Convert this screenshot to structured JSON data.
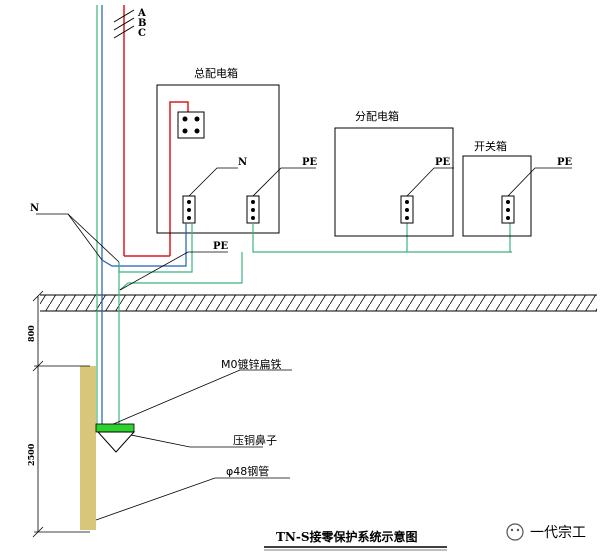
{
  "phases": {
    "a": "A",
    "b": "B",
    "c": "C"
  },
  "boxes": {
    "main": "总配电箱",
    "sub": "分配电箱",
    "switch": "开关箱"
  },
  "terminals": {
    "n_main": "N",
    "pe_main": "PE",
    "pe_sub": "PE",
    "pe_switch": "PE",
    "n_left": "N",
    "pe_mid": "PE"
  },
  "annotations": {
    "flat_iron": "M0镀锌扁铁",
    "clamp": "压铜鼻子",
    "steel_pipe": "φ48钢管"
  },
  "dimensions": {
    "depth_top": "800",
    "depth_pipe": "2500"
  },
  "title": "TN-S接零保护系统示意图",
  "watermark": "一代宗工",
  "colors": {
    "line_black": "#000000",
    "phase_red": "#e0191e",
    "neutral_blue": "#1f5fb8",
    "pe_green": "#3bb37e",
    "flat_iron_green": "#2fd12f",
    "pipe_fill": "#d8c77a"
  }
}
